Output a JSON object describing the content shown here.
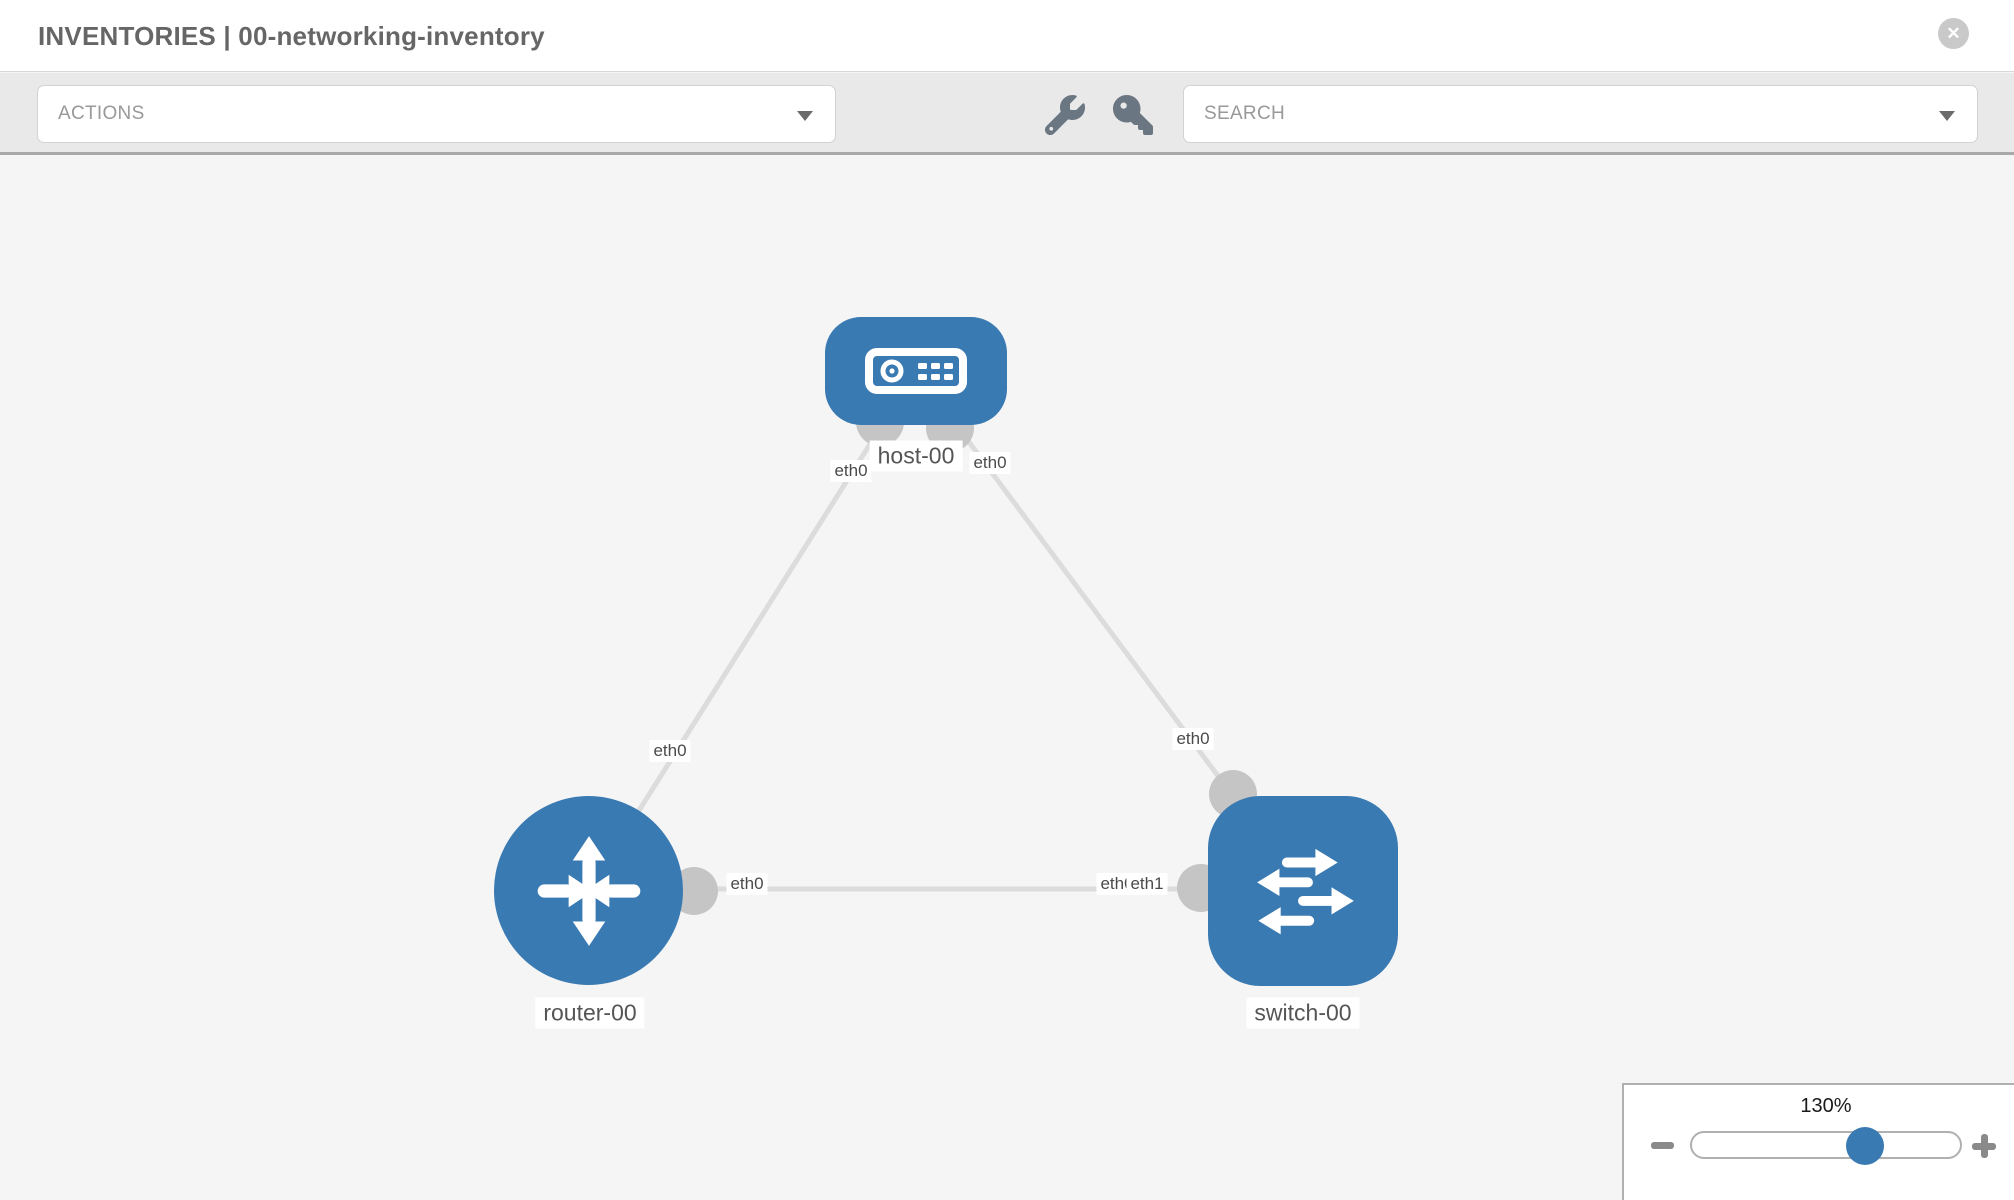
{
  "header": {
    "title": "INVENTORIES | 00-networking-inventory"
  },
  "toolbar": {
    "actions_label": "ACTIONS",
    "search_label": "SEARCH"
  },
  "topology": {
    "nodes": [
      {
        "id": "host-00",
        "type": "host",
        "label": "host-00"
      },
      {
        "id": "router-00",
        "type": "router",
        "label": "router-00"
      },
      {
        "id": "switch-00",
        "type": "switch",
        "label": "switch-00"
      }
    ],
    "links": [
      {
        "from": "host-00",
        "to": "router-00",
        "from_interface": "eth0",
        "to_interface": "eth0"
      },
      {
        "from": "host-00",
        "to": "switch-00",
        "from_interface": "eth0",
        "to_interface": "eth0"
      },
      {
        "from": "router-00",
        "to": "switch-00",
        "from_interface": "eth0",
        "to_interface": "eth1",
        "to_interface_overlapped": "eth0"
      }
    ]
  },
  "zoom_control": {
    "level": "130%",
    "percent": 130
  },
  "icons": {
    "close_icon": "✕",
    "caret_icon": "▼",
    "wrench_icon": "wrench",
    "key_icon": "key",
    "minus_icon": "−",
    "plus_icon": "+",
    "host_icon": "server-face",
    "router_icon": "four-arrows",
    "switch_icon": "staggered-arrows",
    "port_icon": "gray-connection-dot"
  },
  "colors": {
    "node_blue": "#3a7ab2",
    "link_gray": "#dcdcdc",
    "port_gray": "#c5c5c5",
    "toolbar_bg": "#e9e9e9",
    "canvas_bg": "#f5f5f5"
  }
}
